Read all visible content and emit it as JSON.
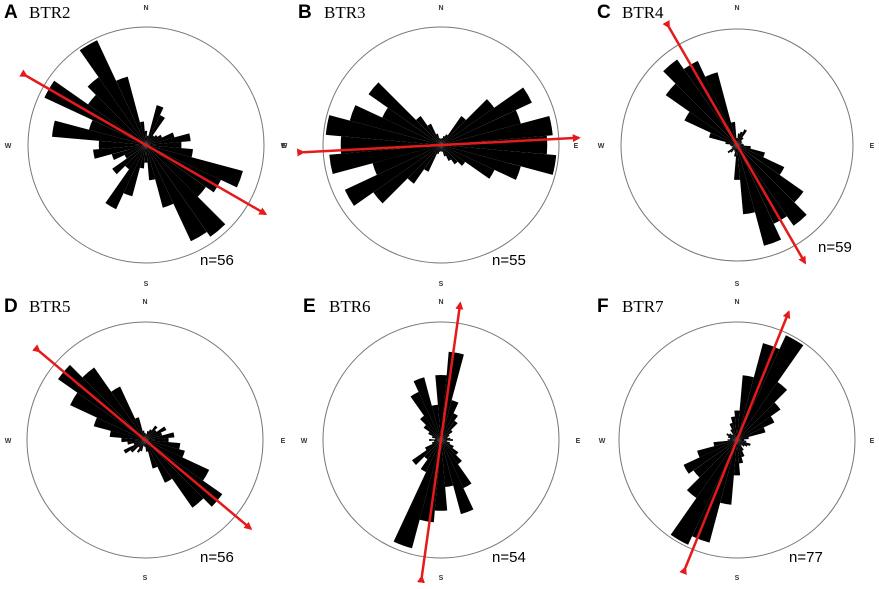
{
  "colors": {
    "petal": "#000000",
    "circle": "#777777",
    "arrow": "#e41a1c"
  },
  "panels": [
    {
      "letter": "A",
      "title": "BTR2",
      "n_label": "n=56",
      "compass": {
        "n": "N",
        "e": "E",
        "s": "S",
        "w": "W"
      },
      "trend_deg": 120,
      "petals": [
        {
          "az": 0,
          "len": 0.12
        },
        {
          "az": 10,
          "len": 0.08
        },
        {
          "az": 20,
          "len": 0.35
        },
        {
          "az": 30,
          "len": 0.28
        },
        {
          "az": 40,
          "len": 0.1
        },
        {
          "az": 50,
          "len": 0.12
        },
        {
          "az": 60,
          "len": 0.15
        },
        {
          "az": 70,
          "len": 0.25
        },
        {
          "az": 80,
          "len": 0.38
        },
        {
          "az": 90,
          "len": 0.3
        },
        {
          "az": 100,
          "len": 0.4
        },
        {
          "az": 110,
          "len": 0.85
        },
        {
          "az": 120,
          "len": 0.7
        },
        {
          "az": 130,
          "len": 0.62
        },
        {
          "az": 140,
          "len": 0.95
        },
        {
          "az": 150,
          "len": 0.9
        },
        {
          "az": 160,
          "len": 0.55
        },
        {
          "az": 170,
          "len": 0.3
        },
        {
          "az": 180,
          "len": 0.15
        },
        {
          "az": 190,
          "len": 0.2
        },
        {
          "az": 200,
          "len": 0.45
        },
        {
          "az": 210,
          "len": 0.6
        },
        {
          "az": 220,
          "len": 0.25
        },
        {
          "az": 230,
          "len": 0.35
        },
        {
          "az": 240,
          "len": 0.2
        },
        {
          "az": 250,
          "len": 0.3
        },
        {
          "az": 260,
          "len": 0.45
        },
        {
          "az": 270,
          "len": 0.4
        },
        {
          "az": 280,
          "len": 0.8
        },
        {
          "az": 290,
          "len": 0.5
        },
        {
          "az": 300,
          "len": 0.95
        },
        {
          "az": 310,
          "len": 0.6
        },
        {
          "az": 320,
          "len": 0.7
        },
        {
          "az": 330,
          "len": 0.98
        },
        {
          "az": 340,
          "len": 0.6
        },
        {
          "az": 350,
          "len": 0.2
        }
      ]
    },
    {
      "letter": "B",
      "title": "BTR3",
      "n_label": "n=55",
      "compass": {
        "n": "N",
        "e": "E",
        "s": "S",
        "w": "W"
      },
      "trend_deg": 87,
      "petals": [
        {
          "az": 0,
          "len": 0.05
        },
        {
          "az": 10,
          "len": 0.06
        },
        {
          "az": 20,
          "len": 0.08
        },
        {
          "az": 30,
          "len": 0.1
        },
        {
          "az": 40,
          "len": 0.3
        },
        {
          "az": 50,
          "len": 0.55
        },
        {
          "az": 60,
          "len": 0.85
        },
        {
          "az": 70,
          "len": 0.7
        },
        {
          "az": 80,
          "len": 0.95
        },
        {
          "az": 90,
          "len": 0.9
        },
        {
          "az": 100,
          "len": 0.98
        },
        {
          "az": 110,
          "len": 0.7
        },
        {
          "az": 120,
          "len": 0.5
        },
        {
          "az": 130,
          "len": 0.25
        },
        {
          "az": 140,
          "len": 0.2
        },
        {
          "az": 150,
          "len": 0.15
        },
        {
          "az": 160,
          "len": 0.1
        },
        {
          "az": 170,
          "len": 0.06
        },
        {
          "az": 180,
          "len": 0.05
        },
        {
          "az": 190,
          "len": 0.06
        },
        {
          "az": 200,
          "len": 0.08
        },
        {
          "az": 210,
          "len": 0.25
        },
        {
          "az": 220,
          "len": 0.4
        },
        {
          "az": 230,
          "len": 0.7
        },
        {
          "az": 240,
          "len": 0.9
        },
        {
          "az": 250,
          "len": 0.6
        },
        {
          "az": 260,
          "len": 0.95
        },
        {
          "az": 270,
          "len": 0.85
        },
        {
          "az": 280,
          "len": 0.98
        },
        {
          "az": 290,
          "len": 0.8
        },
        {
          "az": 300,
          "len": 0.55
        },
        {
          "az": 310,
          "len": 0.75
        },
        {
          "az": 320,
          "len": 0.3
        },
        {
          "az": 330,
          "len": 0.2
        },
        {
          "az": 340,
          "len": 0.1
        },
        {
          "az": 350,
          "len": 0.06
        }
      ]
    },
    {
      "letter": "C",
      "title": "BTR4",
      "n_label": "n=59",
      "compass": {
        "n": "N",
        "e": "E",
        "s": "S",
        "w": "W"
      },
      "trend_deg": 150,
      "petals": [
        {
          "az": 0,
          "len": 0.06
        },
        {
          "az": 10,
          "len": 0.1
        },
        {
          "az": 20,
          "len": 0.12
        },
        {
          "az": 30,
          "len": 0.15
        },
        {
          "az": 40,
          "len": 0.08
        },
        {
          "az": 50,
          "len": 0.05
        },
        {
          "az": 60,
          "len": 0.05
        },
        {
          "az": 70,
          "len": 0.04
        },
        {
          "az": 80,
          "len": 0.05
        },
        {
          "az": 90,
          "len": 0.06
        },
        {
          "az": 100,
          "len": 0.12
        },
        {
          "az": 110,
          "len": 0.25
        },
        {
          "az": 120,
          "len": 0.45
        },
        {
          "az": 130,
          "len": 0.7
        },
        {
          "az": 140,
          "len": 0.85
        },
        {
          "az": 150,
          "len": 0.75
        },
        {
          "az": 160,
          "len": 0.9
        },
        {
          "az": 170,
          "len": 0.6
        },
        {
          "az": 180,
          "len": 0.3
        },
        {
          "az": 190,
          "len": 0.1
        },
        {
          "az": 200,
          "len": 0.06
        },
        {
          "az": 210,
          "len": 0.05
        },
        {
          "az": 220,
          "len": 0.08
        },
        {
          "az": 230,
          "len": 0.1
        },
        {
          "az": 240,
          "len": 0.05
        },
        {
          "az": 250,
          "len": 0.04
        },
        {
          "az": 260,
          "len": 0.05
        },
        {
          "az": 270,
          "len": 0.06
        },
        {
          "az": 280,
          "len": 0.1
        },
        {
          "az": 290,
          "len": 0.25
        },
        {
          "az": 300,
          "len": 0.5
        },
        {
          "az": 310,
          "len": 0.75
        },
        {
          "az": 320,
          "len": 0.9
        },
        {
          "az": 330,
          "len": 0.8
        },
        {
          "az": 340,
          "len": 0.65
        },
        {
          "az": 350,
          "len": 0.2
        }
      ]
    },
    {
      "letter": "D",
      "title": "BTR5",
      "n_label": "n=56",
      "compass": {
        "n": "N",
        "e": "E",
        "s": "S",
        "w": "W"
      },
      "trend_deg": 130,
      "petals": [
        {
          "az": 0,
          "len": 0.06
        },
        {
          "az": 10,
          "len": 0.05
        },
        {
          "az": 20,
          "len": 0.08
        },
        {
          "az": 30,
          "len": 0.1
        },
        {
          "az": 40,
          "len": 0.15
        },
        {
          "az": 50,
          "len": 0.12
        },
        {
          "az": 60,
          "len": 0.2
        },
        {
          "az": 70,
          "len": 0.15
        },
        {
          "az": 80,
          "len": 0.25
        },
        {
          "az": 90,
          "len": 0.2
        },
        {
          "az": 100,
          "len": 0.3
        },
        {
          "az": 110,
          "len": 0.35
        },
        {
          "az": 120,
          "len": 0.6
        },
        {
          "az": 130,
          "len": 0.8
        },
        {
          "az": 140,
          "len": 0.7
        },
        {
          "az": 150,
          "len": 0.4
        },
        {
          "az": 160,
          "len": 0.25
        },
        {
          "az": 170,
          "len": 0.1
        },
        {
          "az": 180,
          "len": 0.06
        },
        {
          "az": 190,
          "len": 0.05
        },
        {
          "az": 200,
          "len": 0.1
        },
        {
          "az": 210,
          "len": 0.12
        },
        {
          "az": 220,
          "len": 0.08
        },
        {
          "az": 230,
          "len": 0.15
        },
        {
          "az": 240,
          "len": 0.2
        },
        {
          "az": 250,
          "len": 0.1
        },
        {
          "az": 260,
          "len": 0.15
        },
        {
          "az": 270,
          "len": 0.2
        },
        {
          "az": 280,
          "len": 0.3
        },
        {
          "az": 290,
          "len": 0.45
        },
        {
          "az": 300,
          "len": 0.7
        },
        {
          "az": 310,
          "len": 0.9
        },
        {
          "az": 320,
          "len": 0.75
        },
        {
          "az": 330,
          "len": 0.5
        },
        {
          "az": 340,
          "len": 0.2
        },
        {
          "az": 350,
          "len": 0.08
        }
      ]
    },
    {
      "letter": "E",
      "title": "BTR6",
      "n_label": "n=54",
      "compass": {
        "n": "N",
        "e": "E",
        "s": "S",
        "w": "W"
      },
      "trend_deg": 8,
      "petals": [
        {
          "az": 0,
          "len": 0.55
        },
        {
          "az": 10,
          "len": 0.75
        },
        {
          "az": 20,
          "len": 0.35
        },
        {
          "az": 30,
          "len": 0.25
        },
        {
          "az": 40,
          "len": 0.2
        },
        {
          "az": 50,
          "len": 0.12
        },
        {
          "az": 60,
          "len": 0.08
        },
        {
          "az": 70,
          "len": 0.06
        },
        {
          "az": 80,
          "len": 0.08
        },
        {
          "az": 90,
          "len": 0.1
        },
        {
          "az": 100,
          "len": 0.05
        },
        {
          "az": 110,
          "len": 0.08
        },
        {
          "az": 120,
          "len": 0.12
        },
        {
          "az": 130,
          "len": 0.18
        },
        {
          "az": 140,
          "len": 0.25
        },
        {
          "az": 150,
          "len": 0.45
        },
        {
          "az": 160,
          "len": 0.65
        },
        {
          "az": 170,
          "len": 0.4
        },
        {
          "az": 180,
          "len": 0.6
        },
        {
          "az": 190,
          "len": 0.7
        },
        {
          "az": 200,
          "len": 0.95
        },
        {
          "az": 210,
          "len": 0.3
        },
        {
          "az": 220,
          "len": 0.2
        },
        {
          "az": 230,
          "len": 0.3
        },
        {
          "az": 240,
          "len": 0.15
        },
        {
          "az": 250,
          "len": 0.08
        },
        {
          "az": 260,
          "len": 0.06
        },
        {
          "az": 270,
          "len": 0.1
        },
        {
          "az": 280,
          "len": 0.05
        },
        {
          "az": 290,
          "len": 0.08
        },
        {
          "az": 300,
          "len": 0.12
        },
        {
          "az": 310,
          "len": 0.18
        },
        {
          "az": 320,
          "len": 0.25
        },
        {
          "az": 330,
          "len": 0.45
        },
        {
          "az": 340,
          "len": 0.55
        },
        {
          "az": 350,
          "len": 0.3
        }
      ]
    },
    {
      "letter": "F",
      "title": "BTR7",
      "n_label": "n=77",
      "compass": {
        "n": "N",
        "e": "E",
        "s": "S",
        "w": "W"
      },
      "trend_deg": 22,
      "petals": [
        {
          "az": 0,
          "len": 0.25
        },
        {
          "az": 10,
          "len": 0.55
        },
        {
          "az": 20,
          "len": 0.85
        },
        {
          "az": 30,
          "len": 0.98
        },
        {
          "az": 40,
          "len": 0.6
        },
        {
          "az": 50,
          "len": 0.45
        },
        {
          "az": 60,
          "len": 0.35
        },
        {
          "az": 70,
          "len": 0.25
        },
        {
          "az": 80,
          "len": 0.1
        },
        {
          "az": 90,
          "len": 0.06
        },
        {
          "az": 100,
          "len": 0.08
        },
        {
          "az": 110,
          "len": 0.12
        },
        {
          "az": 120,
          "len": 0.1
        },
        {
          "az": 130,
          "len": 0.08
        },
        {
          "az": 140,
          "len": 0.06
        },
        {
          "az": 150,
          "len": 0.1
        },
        {
          "az": 160,
          "len": 0.15
        },
        {
          "az": 170,
          "len": 0.2
        },
        {
          "az": 180,
          "len": 0.3
        },
        {
          "az": 190,
          "len": 0.55
        },
        {
          "az": 200,
          "len": 0.9
        },
        {
          "az": 210,
          "len": 0.98
        },
        {
          "az": 220,
          "len": 0.6
        },
        {
          "az": 230,
          "len": 0.45
        },
        {
          "az": 240,
          "len": 0.5
        },
        {
          "az": 250,
          "len": 0.35
        },
        {
          "az": 260,
          "len": 0.2
        },
        {
          "az": 270,
          "len": 0.08
        },
        {
          "az": 280,
          "len": 0.06
        },
        {
          "az": 290,
          "len": 0.08
        },
        {
          "az": 300,
          "len": 0.1
        },
        {
          "az": 310,
          "len": 0.08
        },
        {
          "az": 320,
          "len": 0.06
        },
        {
          "az": 330,
          "len": 0.1
        },
        {
          "az": 340,
          "len": 0.15
        },
        {
          "az": 350,
          "len": 0.2
        }
      ]
    }
  ]
}
